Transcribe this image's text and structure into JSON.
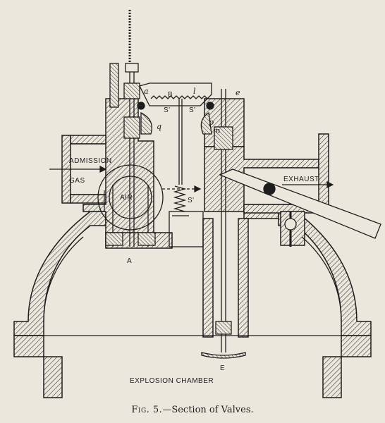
{
  "caption": {
    "figure_label": "Fig. 5.",
    "text": "—Section of Valves."
  },
  "labels": {
    "admission": "ADMISSION",
    "gas": "GAS",
    "air": "AIR",
    "exhaust": "EXHAUST",
    "explosion_chamber": "EXPLOSION CHAMBER",
    "valve_a": "A",
    "valve_e": "E",
    "part_a": "a",
    "part_b": "B",
    "part_l": "l",
    "part_e": "e",
    "part_q": "q",
    "part_p": "p",
    "part_m": "m",
    "spring_s1_left": "S'",
    "spring_s1_right": "S'",
    "spring_s1_lower": "S'"
  },
  "colors": {
    "paper": "#ece7dc",
    "ink": "#1d1d1d"
  }
}
